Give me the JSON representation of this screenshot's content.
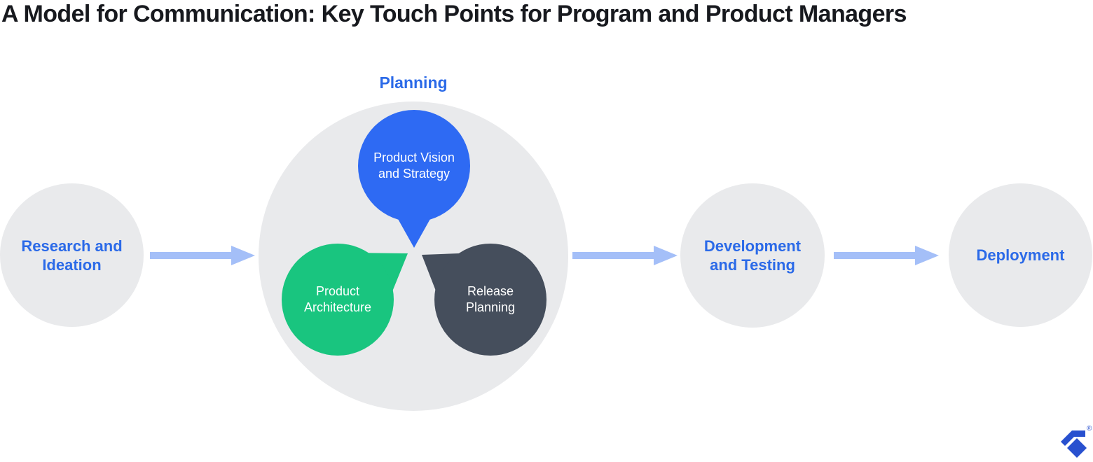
{
  "title": "A Model for Communication: Key Touch Points for Program and Product Managers",
  "colors": {
    "stage_circle_fill": "#e9eaec",
    "stage_label_text": "#2b6ae8",
    "arrow_fill": "#a4bff8",
    "bubble_vision_fill": "#2e6af3",
    "bubble_architecture_fill": "#19c57f",
    "bubble_release_fill": "#454e5c",
    "bubble_text": "#ffffff",
    "title_text": "#17191e",
    "logo_fill": "#2850cf"
  },
  "stages": {
    "research": {
      "line1": "Research and",
      "line2": "Ideation"
    },
    "planning": {
      "label": "Planning"
    },
    "development": {
      "line1": "Development",
      "line2": "and Testing"
    },
    "deployment": {
      "line1": "Deployment"
    }
  },
  "planning_bubbles": {
    "vision": {
      "line1": "Product Vision",
      "line2": "and Strategy"
    },
    "architecture": {
      "line1": "Product",
      "line2": "Architecture"
    },
    "release": {
      "line1": "Release",
      "line2": "Planning"
    }
  },
  "logo": {
    "registered_symbol": "®"
  }
}
